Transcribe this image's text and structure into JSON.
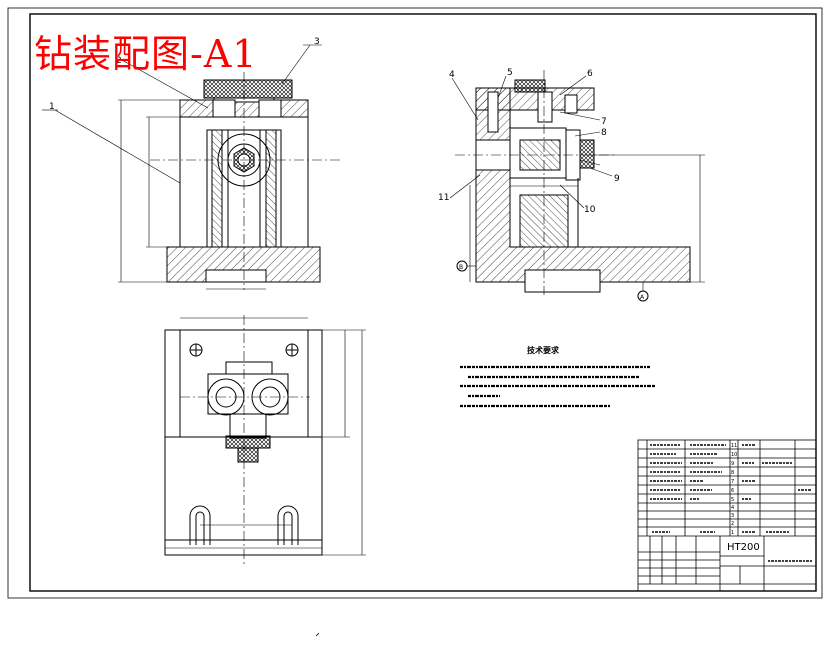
{
  "drawing": {
    "title": "钻装配图-A1",
    "material": "HT200",
    "part_numbers": [
      "1",
      "2",
      "3",
      "4",
      "5",
      "6",
      "7",
      "8",
      "9",
      "10",
      "11"
    ],
    "datum_labels": [
      "A",
      "B"
    ],
    "tech_requirements_title": "技术要求",
    "bom_numbers": [
      "11",
      "10",
      "9",
      "8",
      "7",
      "6",
      "5",
      "4",
      "3",
      "2",
      "1"
    ]
  }
}
